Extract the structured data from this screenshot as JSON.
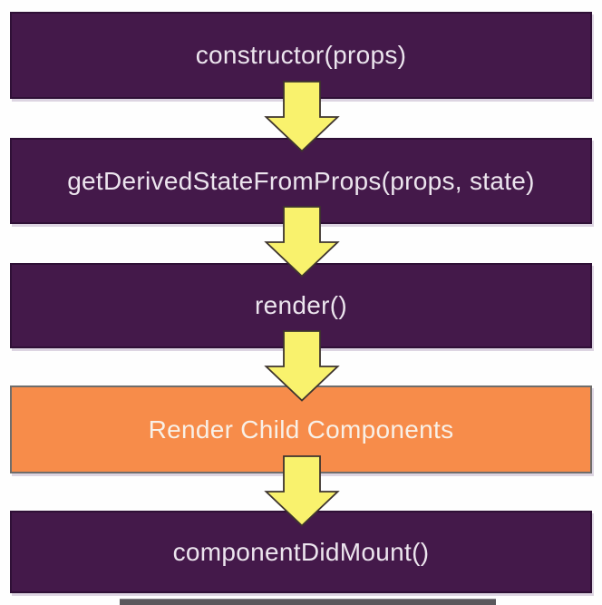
{
  "diagram": {
    "steps": [
      {
        "label": "constructor(props)",
        "variant": "purple"
      },
      {
        "label": "getDerivedStateFromProps(props, state)",
        "variant": "purple"
      },
      {
        "label": "render()",
        "variant": "purple"
      },
      {
        "label": "Render Child Components",
        "variant": "orange"
      },
      {
        "label": "componentDidMount()",
        "variant": "purple"
      }
    ],
    "connector_icon": "down-arrow",
    "colors": {
      "node_purple": "#44194a",
      "node_purple_border": "#2f1036",
      "node_orange": "#f78c4a",
      "node_orange_border": "#6f6d6b",
      "node_text": "#ece5ee",
      "arrow_fill": "#f9f26d",
      "arrow_outline": "#3e342e",
      "background": "#fefefe",
      "scrollbar": "#5a575c"
    }
  }
}
